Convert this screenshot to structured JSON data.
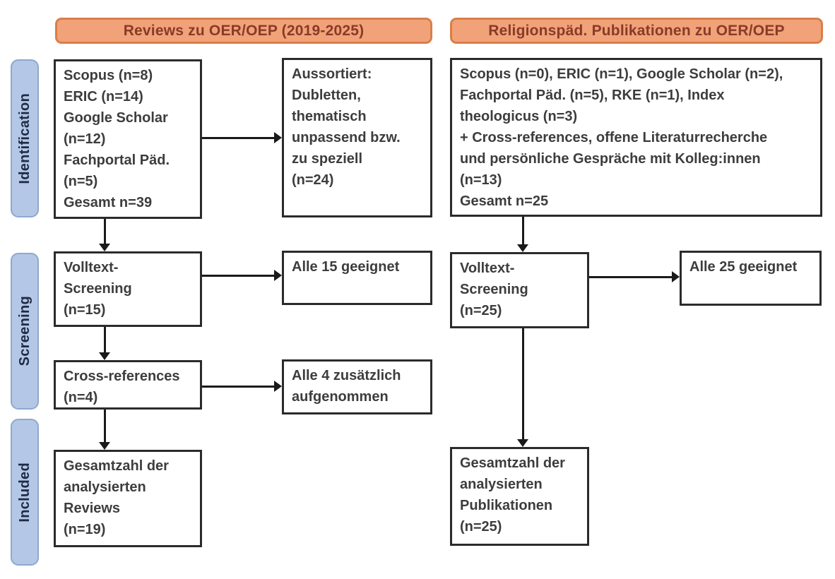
{
  "flow": {
    "headers": {
      "left": "Reviews zu OER/OEP (2019-2025)",
      "right": "Religionspäd. Publikationen zu OER/OEP"
    },
    "stages": {
      "identification": "Identification",
      "screening": "Screening",
      "included": "Included"
    },
    "left": {
      "sources": "Scopus (n=8)\nERIC (n=14)\nGoogle Scholar\n(n=12)\nFachportal Päd.\n(n=5)\nGesamt n=39",
      "excluded": "Aussortiert:\nDubletten,\nthematisch\nunpassend bzw.\nzu speziell\n(n=24)",
      "fulltext": "Volltext-\nScreening\n(n=15)",
      "eligible": "Alle 15 geeignet",
      "crossref": "Cross-references\n(n=4)",
      "added": "Alle 4 zusätzlich\naufgenommen",
      "total": "Gesamtzahl der\nanalysierten\nReviews\n(n=19)"
    },
    "right": {
      "sources": "Scopus (n=0), ERIC (n=1), Google Scholar (n=2),\nFachportal Päd. (n=5), RKE (n=1), Index\ntheologicus (n=3)\n+ Cross-references, offene Literaturrecherche\nund persönliche Gespräche mit Kolleg:innen\n(n=13)\nGesamt n=25",
      "fulltext": "Volltext-\nScreening\n(n=25)",
      "eligible": "Alle 25 geeignet",
      "total": "Gesamtzahl der\nanalysierten\nPublikationen\n(n=25)"
    }
  },
  "colors": {
    "header_fill": "#f2a278",
    "header_border": "#d97e4a",
    "header_text": "#8a3a28",
    "stage_fill": "#b4c7e7",
    "stage_border": "#8ea9cc",
    "stage_text": "#1f2b45",
    "box_border": "#2b2b2b",
    "box_text": "#3d3d3d",
    "arrow": "#1a1a1a",
    "background": "#ffffff"
  }
}
